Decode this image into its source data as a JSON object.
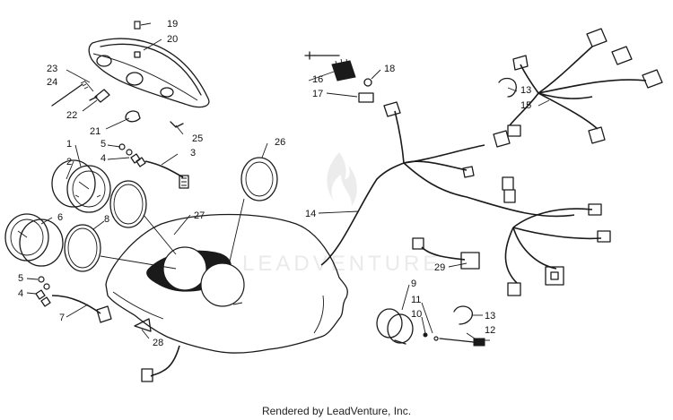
{
  "diagram": {
    "watermark_text": "LEADVENTURE",
    "footer_text": "Rendered by LeadVenture, Inc.",
    "callouts": {
      "c1": "1",
      "c2": "2",
      "c3": "3",
      "c4a": "4",
      "c4b": "4",
      "c5a": "5",
      "c5b": "5",
      "c6": "6",
      "c7": "7",
      "c8": "8",
      "c9": "9",
      "c10": "10",
      "c11": "11",
      "c12": "12",
      "c13a": "13",
      "c13b": "13",
      "c14": "14",
      "c15": "15",
      "c16": "16",
      "c17": "17",
      "c18": "18",
      "c19": "19",
      "c20": "20",
      "c21": "21",
      "c22": "22",
      "c23": "23",
      "c24": "24",
      "c25": "25",
      "c26": "26",
      "c27": "27",
      "c28": "28",
      "c29": "29"
    }
  }
}
